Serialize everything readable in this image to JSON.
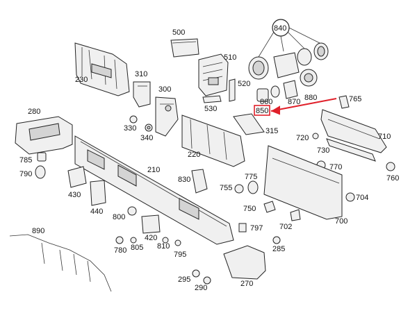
{
  "labels": {
    "p500": "500",
    "p840": "840",
    "p510": "510",
    "p230": "230",
    "p310": "310",
    "p300": "300",
    "p520": "520",
    "p530": "530",
    "p860": "860",
    "p870": "870",
    "p880": "880",
    "p765": "765",
    "p850": "850",
    "p280": "280",
    "p330": "330",
    "p340": "340",
    "p220": "220",
    "p315": "315",
    "p720": "720",
    "p710": "710",
    "p730": "730",
    "p785": "785",
    "p790": "790",
    "p210": "210",
    "p775": "775",
    "p770": "770",
    "p760": "760",
    "p830": "830",
    "p755": "755",
    "p704": "704",
    "p430": "430",
    "p750": "750",
    "p440": "440",
    "p800": "800",
    "p700": "700",
    "p702": "702",
    "p890": "890",
    "p797": "797",
    "p420": "420",
    "p780": "780",
    "p805": "805",
    "p810": "810",
    "p285": "285",
    "p795": "795",
    "p295": "295",
    "p290": "290",
    "p270": "270"
  },
  "highlight": {
    "color": "#e0202a",
    "part": "850"
  }
}
